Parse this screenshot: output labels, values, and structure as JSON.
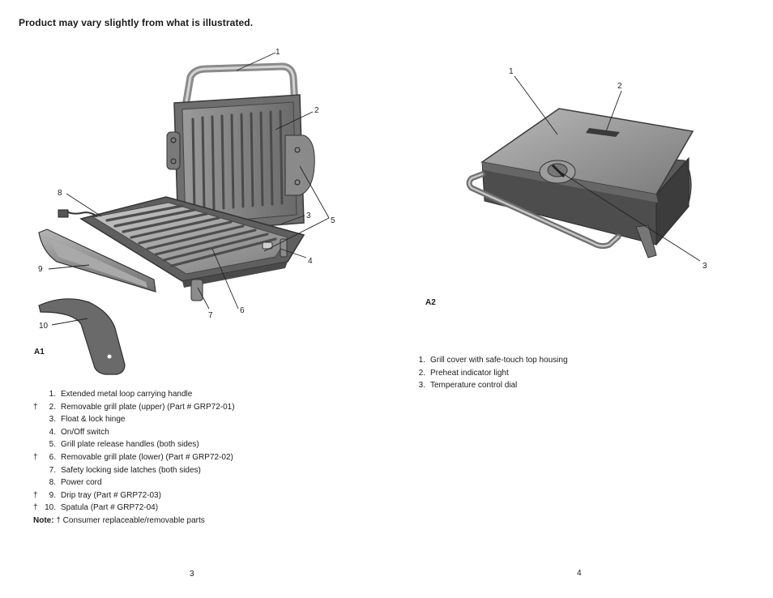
{
  "header": {
    "disclaimer": "Product may vary slightly from what is illustrated."
  },
  "figure_a1": {
    "label": "A1",
    "callouts": [
      "1",
      "2",
      "3",
      "4",
      "5",
      "6",
      "7",
      "8",
      "9",
      "10"
    ]
  },
  "figure_a2": {
    "label": "A2",
    "callouts": [
      "1",
      "2",
      "3"
    ]
  },
  "parts_a1": [
    {
      "mark": "",
      "num": "1.",
      "text": "Extended metal loop carrying handle"
    },
    {
      "mark": "†",
      "num": "2.",
      "text": "Removable grill plate (upper) (Part # GRP72-01)"
    },
    {
      "mark": "",
      "num": "3.",
      "text": "Float & lock hinge"
    },
    {
      "mark": "",
      "num": "4.",
      "text": "On/Off switch"
    },
    {
      "mark": "",
      "num": "5.",
      "text": "Grill plate release handles (both sides)"
    },
    {
      "mark": "†",
      "num": "6.",
      "text": "Removable grill plate (lower) (Part # GRP72-02)"
    },
    {
      "mark": "",
      "num": "7.",
      "text": "Safety locking side latches (both sides)"
    },
    {
      "mark": "",
      "num": "8.",
      "text": "Power cord"
    },
    {
      "mark": "†",
      "num": "9.",
      "text": "Drip tray (Part # GRP72-03)"
    },
    {
      "mark": "†",
      "num": "10.",
      "text": "Spatula (Part # GRP72-04)"
    }
  ],
  "note": {
    "label": "Note:",
    "text": "† Consumer replaceable/removable parts"
  },
  "parts_a2": [
    {
      "num": "1.",
      "text": "Grill cover with safe-touch top housing"
    },
    {
      "num": "2.",
      "text": "Preheat indicator light"
    },
    {
      "num": "3.",
      "text": "Temperature control dial"
    }
  ],
  "pages": {
    "left": "3",
    "right": "4"
  }
}
